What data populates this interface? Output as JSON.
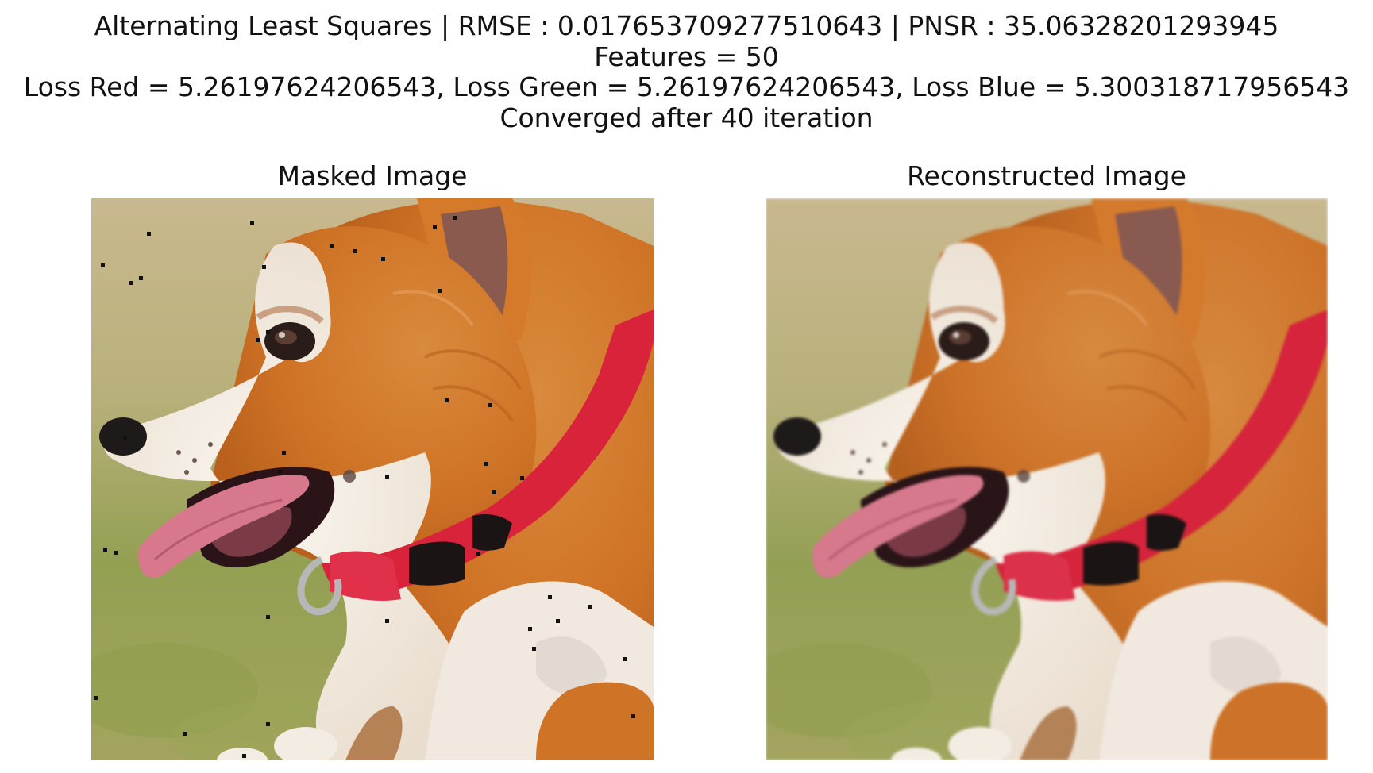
{
  "figure": {
    "title_lines": [
      "Alternating Least Squares | RMSE : 0.017653709277510643 | PNSR : 35.06328201293945",
      "Features = 50",
      "Loss Red = 5.26197624206543, Loss Green = 5.26197624206543, Loss Blue = 5.300318717956543",
      "Converged after 40 iteration"
    ]
  },
  "panels": [
    {
      "title": "Masked Image"
    },
    {
      "title": "Reconstructed Image"
    }
  ],
  "image": {
    "subject": "corgi dog in profile with open mouth and red collar on grassy background",
    "colors": {
      "background_top": "#c4b48a",
      "background_grass": "#9aa25a",
      "fur_orange": "#d57a2a",
      "fur_white": "#f3ece3",
      "collar_red": "#d9233a",
      "tongue_pink": "#d8788c",
      "mouth_dark": "#2a1418",
      "nose": "#1e1a1a",
      "mask_pixel": "#111111"
    }
  }
}
